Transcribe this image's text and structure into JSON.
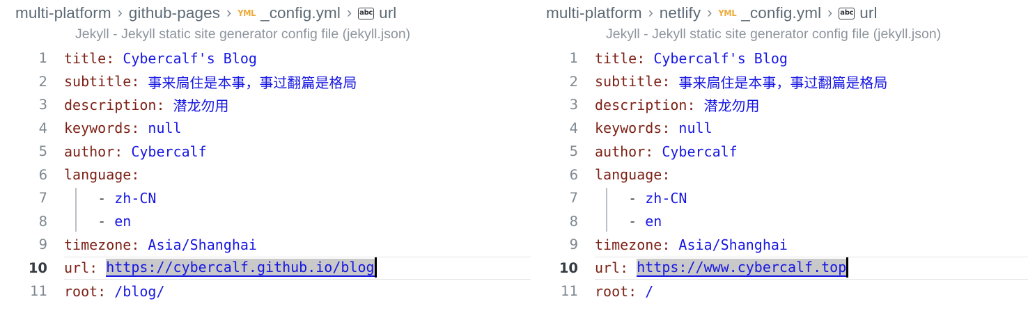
{
  "panes": [
    {
      "id": "github-pages",
      "breadcrumb": {
        "root": "multi-platform",
        "separator": "›",
        "folder": "github-pages",
        "file": "_config.yml",
        "file_icon": "yml-file-icon",
        "file_icon_label": "YML",
        "symbol": "url",
        "symbol_icon": "abc-string-symbol-icon",
        "symbol_icon_label": "abc"
      },
      "schema_description": "Jekyll - Jekyll static site generator config file (jekyll.json)",
      "lines": [
        {
          "num": "1",
          "key": "title",
          "value": "Cybercalf's Blog",
          "indent": ""
        },
        {
          "num": "2",
          "key": "subtitle",
          "value": "事来扃住是本事，事过翻篇是格局",
          "indent": ""
        },
        {
          "num": "3",
          "key": "description",
          "value": "潜龙勿用",
          "indent": ""
        },
        {
          "num": "4",
          "key": "keywords",
          "value": "null",
          "indent": ""
        },
        {
          "num": "5",
          "key": "author",
          "value": "Cybercalf",
          "indent": ""
        },
        {
          "num": "6",
          "key": "language",
          "value": "",
          "indent": ""
        },
        {
          "num": "7",
          "key": "",
          "value": "zh-CN",
          "dash": "-",
          "indent": "    "
        },
        {
          "num": "8",
          "key": "",
          "value": "en",
          "dash": "-",
          "indent": "    "
        },
        {
          "num": "9",
          "key": "timezone",
          "value": "Asia/Shanghai",
          "indent": ""
        },
        {
          "num": "10",
          "key": "url",
          "value": "https://cybercalf.github.io/blog",
          "indent": "",
          "active": true,
          "selected": true
        },
        {
          "num": "11",
          "key": "root",
          "value": "/blog/",
          "indent": ""
        }
      ]
    },
    {
      "id": "netlify",
      "breadcrumb": {
        "root": "multi-platform",
        "separator": "›",
        "folder": "netlify",
        "file": "_config.yml",
        "file_icon": "yml-file-icon",
        "file_icon_label": "YML",
        "symbol": "url",
        "symbol_icon": "abc-string-symbol-icon",
        "symbol_icon_label": "abc"
      },
      "schema_description": "Jekyll - Jekyll static site generator config file (jekyll.json)",
      "lines": [
        {
          "num": "1",
          "key": "title",
          "value": "Cybercalf's Blog",
          "indent": ""
        },
        {
          "num": "2",
          "key": "subtitle",
          "value": "事来扃住是本事，事过翻篇是格局",
          "indent": ""
        },
        {
          "num": "3",
          "key": "description",
          "value": "潜龙勿用",
          "indent": ""
        },
        {
          "num": "4",
          "key": "keywords",
          "value": "null",
          "indent": ""
        },
        {
          "num": "5",
          "key": "author",
          "value": "Cybercalf",
          "indent": ""
        },
        {
          "num": "6",
          "key": "language",
          "value": "",
          "indent": ""
        },
        {
          "num": "7",
          "key": "",
          "value": "zh-CN",
          "dash": "-",
          "indent": "    "
        },
        {
          "num": "8",
          "key": "",
          "value": "en",
          "dash": "-",
          "indent": "    "
        },
        {
          "num": "9",
          "key": "timezone",
          "value": "Asia/Shanghai",
          "indent": ""
        },
        {
          "num": "10",
          "key": "url",
          "value": "https://www.cybercalf.top",
          "indent": "",
          "active": true,
          "selected": true
        },
        {
          "num": "11",
          "key": "root",
          "value": "/",
          "indent": ""
        }
      ]
    }
  ],
  "colors": {
    "key": "#7d2015",
    "value": "#1616e2",
    "line_number": "#7d8790",
    "line_number_active": "#343b42",
    "breadcrumb": "#5d6a75",
    "schema_description": "#8d949c",
    "yml_icon": "#edab3a",
    "selection": "#c9c9c9",
    "active_line_border": "#e3e3e3",
    "caret": "#000000",
    "indent_guide": "#b9bfc4",
    "background": "#ffffff"
  }
}
